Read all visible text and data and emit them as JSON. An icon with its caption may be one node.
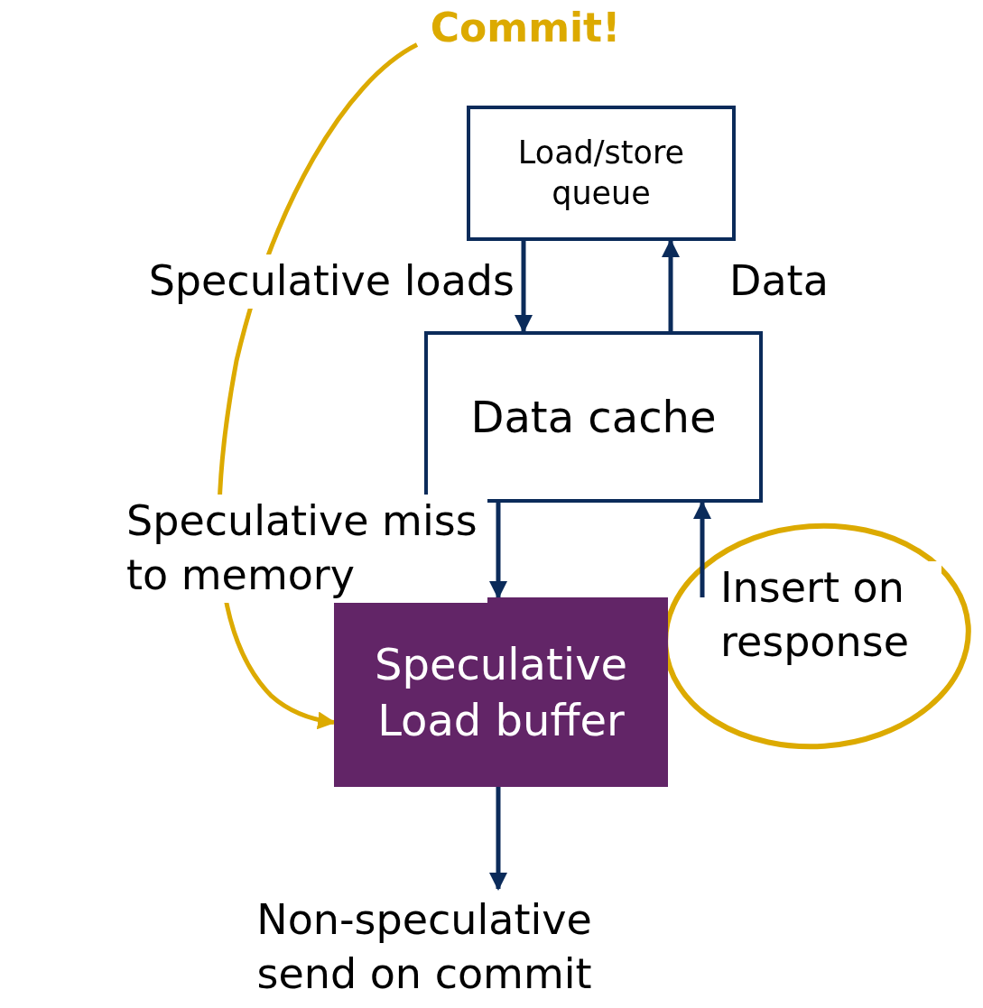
{
  "diagram": {
    "nodes": [
      {
        "text": [
          "Commit!"
        ]
      },
      {
        "text": [
          "Load/store queue"
        ]
      },
      {
        "text": [
          "Data cache"
        ]
      },
      {
        "text": [
          "Speculative Load buffer"
        ]
      },
      {
        "text": [
          "Non-speculative send on commit"
        ]
      }
    ],
    "edges": [
      {
        "from": 1,
        "to": 2,
        "arrow": "to",
        "label": "Speculative loads"
      },
      {
        "from": 2,
        "to": 1,
        "arrow": "to",
        "label": "Data"
      },
      {
        "from": 2,
        "to": 3,
        "arrow": "to",
        "label": "Speculative miss to memory"
      },
      {
        "from": 3,
        "to": 2,
        "arrow": "to",
        "label": "Insert on response"
      },
      {
        "from": 3,
        "to": 4,
        "arrow": "to"
      },
      {
        "from": 0,
        "to": 3,
        "arrow": "to",
        "color": "#dcaa00"
      }
    ]
  }
}
